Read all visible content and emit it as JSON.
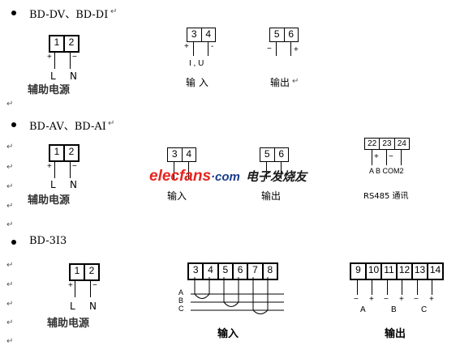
{
  "section1": {
    "heading": "BD-DV、BD-DI",
    "aux": {
      "terminals": [
        "1",
        "2"
      ],
      "signs": [
        "+",
        "−"
      ],
      "letters": [
        "L",
        "N"
      ],
      "caption": "辅助电源"
    },
    "input": {
      "terminals": [
        "3",
        "4"
      ],
      "signs": [
        "+",
        "-"
      ],
      "letters": "I , U",
      "caption": "输  入"
    },
    "output": {
      "terminals": [
        "5",
        "6"
      ],
      "signs": [
        "−",
        "+"
      ],
      "caption": "输出"
    }
  },
  "section2": {
    "heading": "BD-AV、BD-AI",
    "aux": {
      "terminals": [
        "1",
        "2"
      ],
      "signs": [
        "+",
        "−"
      ],
      "letters": [
        "L",
        "N"
      ],
      "caption": "辅助电源"
    },
    "input": {
      "terminals": [
        "3",
        "4"
      ],
      "caption": "输入"
    },
    "output": {
      "terminals": [
        "5",
        "6"
      ],
      "caption": "输出"
    },
    "rs485": {
      "terminals": [
        "22",
        "23",
        "24"
      ],
      "signs": [
        "+",
        "−"
      ],
      "letters": "A   B COM2",
      "caption": "RS485 通讯"
    }
  },
  "section3": {
    "heading": "BD-3I3",
    "aux": {
      "terminals": [
        "1",
        "2"
      ],
      "signs": [
        "+",
        "−"
      ],
      "letters": [
        "L",
        "N"
      ],
      "caption": "辅助电源"
    },
    "input": {
      "terminals": [
        "3",
        "4",
        "5",
        "6",
        "7",
        "8"
      ],
      "phases": [
        "A",
        "B",
        "C"
      ],
      "caption": "输入"
    },
    "output": {
      "terminals": [
        "9",
        "10",
        "11",
        "12",
        "13",
        "14"
      ],
      "signs": [
        "−",
        "+",
        "−",
        "+",
        "−",
        "+"
      ],
      "letters": [
        "A",
        "B",
        "C"
      ],
      "caption": "输出"
    }
  },
  "watermark": {
    "brand": "elecfans",
    "suffix": "·com",
    "cn": "电子发烧友"
  },
  "colors": {
    "brand_red": "#e8231e",
    "brand_blue": "#1a3c8c"
  },
  "return_mark": "↵"
}
